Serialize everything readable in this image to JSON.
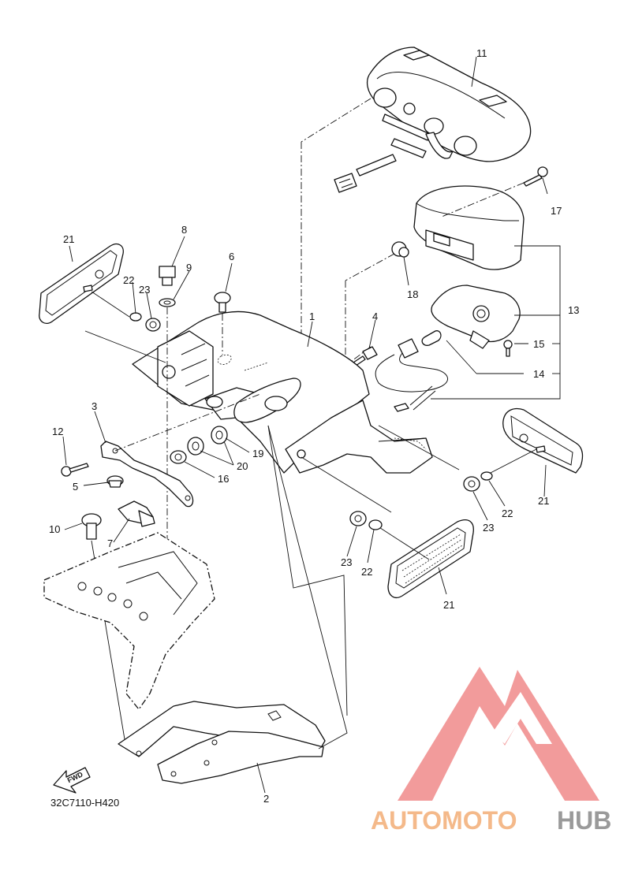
{
  "diagram": {
    "code": "32C7110-H420",
    "fwd_label": "FWD",
    "callouts": [
      "1",
      "2",
      "3",
      "4",
      "5",
      "6",
      "7",
      "8",
      "9",
      "10",
      "11",
      "12",
      "13",
      "14",
      "15",
      "16",
      "17",
      "18",
      "19",
      "20",
      "21",
      "22",
      "23"
    ]
  },
  "watermark": {
    "part1": "AUTOMOTO",
    "part2": "HUB",
    "color_main": "#f08a8a",
    "color_accent": "#f4b98a",
    "color_hub": "#9a9a9a"
  }
}
